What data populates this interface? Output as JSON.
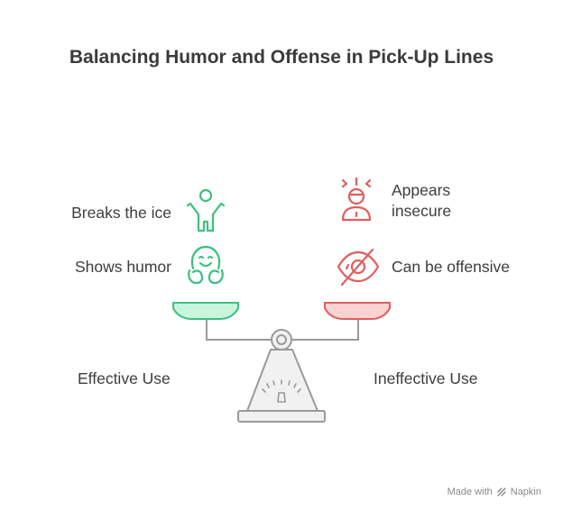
{
  "title": "Balancing Humor and Offense in Pick-Up Lines",
  "left": {
    "items": [
      {
        "label": "Breaks the ice",
        "icon": "person-arms-up-icon"
      },
      {
        "label": "Shows humor",
        "icon": "laughing-face-icon"
      }
    ],
    "caption": "Effective Use",
    "color": "#3cc07f",
    "fill": "#c9f5dc"
  },
  "right": {
    "items": [
      {
        "label_line1": "Appears",
        "label_line2": "insecure",
        "icon": "anxious-person-icon"
      },
      {
        "label": "Can be offensive",
        "icon": "eye-off-icon"
      }
    ],
    "caption": "Ineffective Use",
    "color": "#e05d5d",
    "fill": "#fbd2d2"
  },
  "watermark": {
    "made_with": "Made with",
    "brand": "Napkin"
  }
}
